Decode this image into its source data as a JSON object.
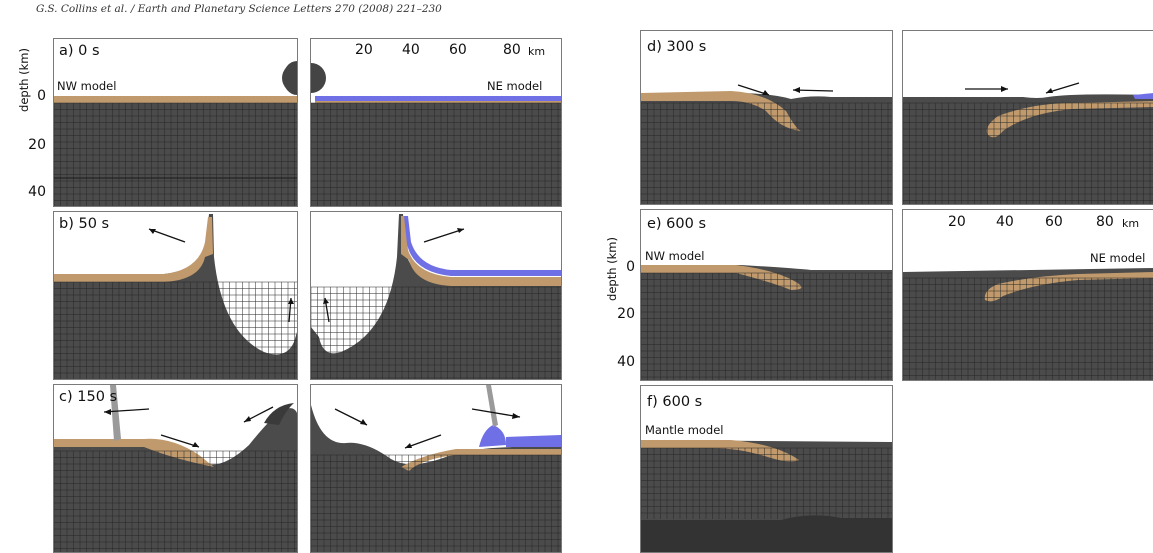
{
  "header": {
    "citation": "G.S. Collins et al. / Earth and Planetary Science Letters 270 (2008) 221–230"
  },
  "left_axis": {
    "title": "depth (km)",
    "ticks": [
      "0",
      "20",
      "40"
    ]
  },
  "right_axis": {
    "title": "depth (km)",
    "ticks": [
      "0",
      "20",
      "40"
    ]
  },
  "top_scale_left": {
    "ticks": [
      "20",
      "40",
      "60",
      "80"
    ],
    "unit": "km"
  },
  "top_scale_right": {
    "ticks": [
      "20",
      "40",
      "60",
      "80"
    ],
    "unit": "km"
  },
  "panels": {
    "a": {
      "label": "a) 0 s",
      "left_model": "NW model",
      "right_model": "NE model"
    },
    "b": {
      "label": "b) 50 s"
    },
    "c": {
      "label": "c) 150 s"
    },
    "d": {
      "label": "d) 300 s"
    },
    "e": {
      "label": "e) 600 s",
      "left_model": "NW model",
      "right_model": "NE model"
    },
    "f": {
      "label": "f) 600 s",
      "left_model": "Mantle model"
    }
  },
  "colors": {
    "rock": "#4b4b4b",
    "grid": "#262626",
    "sediment": "#c09a6d",
    "water": "#6f6fe6"
  }
}
